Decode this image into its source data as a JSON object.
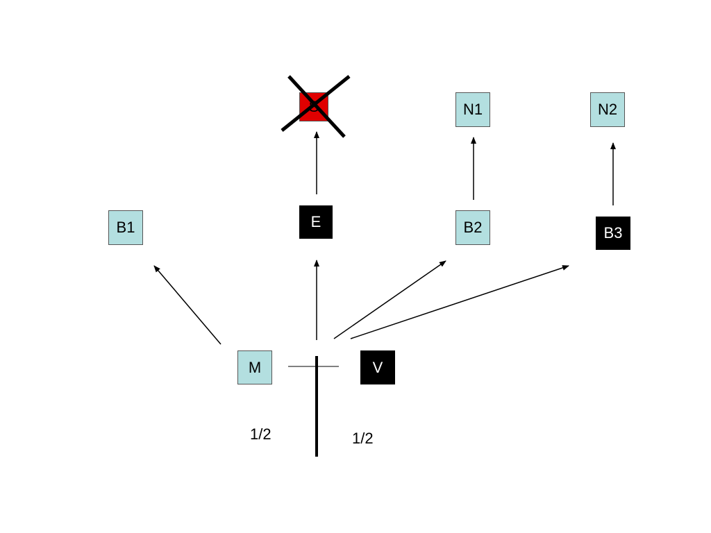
{
  "nodes": {
    "s": {
      "label": "S"
    },
    "n1": {
      "label": "N1"
    },
    "n2": {
      "label": "N2"
    },
    "b1": {
      "label": "B1"
    },
    "e": {
      "label": "E"
    },
    "b2": {
      "label": "B2"
    },
    "b3": {
      "label": "B3"
    },
    "m": {
      "label": "M"
    },
    "v": {
      "label": "V"
    }
  },
  "fractions": {
    "left": "1/2",
    "right": "1/2"
  },
  "colors": {
    "light_node": "#b3dfe0",
    "dark_node": "#000000",
    "crossed_node": "#e00000"
  }
}
